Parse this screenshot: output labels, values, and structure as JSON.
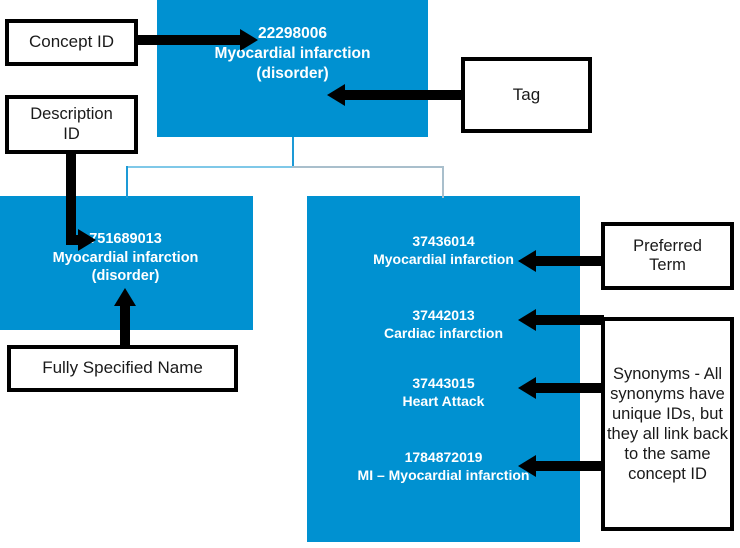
{
  "diagram": {
    "colors": {
      "panel_blue": "#0091d1",
      "panel_text": "#ffffff",
      "annotation_border": "#000000",
      "connector_blue": "#1d9ad6",
      "connector_grey": "#a9bfcc"
    },
    "concept": {
      "id": "22298006",
      "term": "Myocardial infarction",
      "tag": "(disorder)"
    },
    "fully_specified_name": {
      "id": "751689013",
      "term": "Myocardial infarction",
      "tag": "(disorder)"
    },
    "descriptions": [
      {
        "id": "37436014",
        "term": "Myocardial infarction"
      },
      {
        "id": "37442013",
        "term": "Cardiac infarction"
      },
      {
        "id": "37443015",
        "term": "Heart Attack"
      },
      {
        "id": "1784872019",
        "term": "MI – Myocardial infarction"
      }
    ],
    "annotations": {
      "concept_id": "Concept ID",
      "description_id": "Description\nID",
      "tag": "Tag",
      "fully_specified_name": "Fully Specified Name",
      "preferred_term": "Preferred\nTerm",
      "synonyms": "Synonyms - All synonyms have unique IDs, but they all link back to the same concept ID"
    }
  }
}
